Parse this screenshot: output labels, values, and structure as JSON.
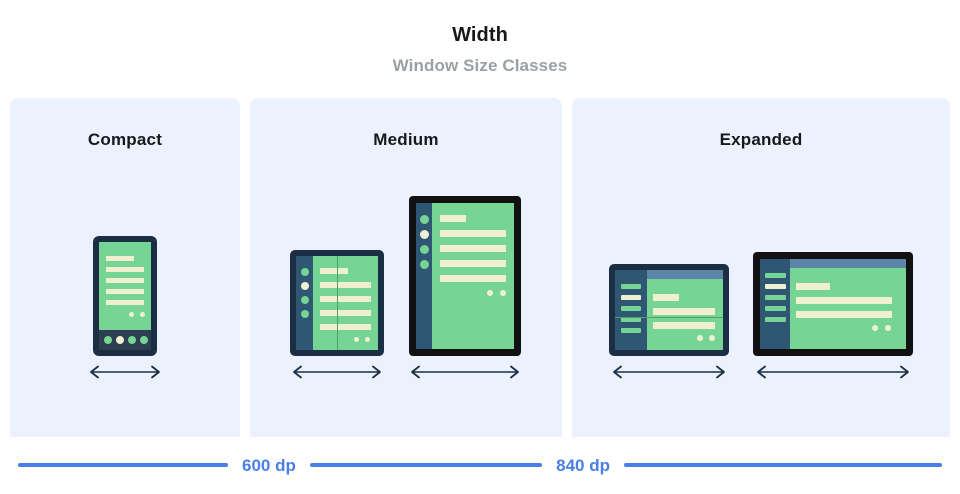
{
  "header": {
    "title": "Width",
    "subtitle": "Window Size Classes"
  },
  "panels": [
    {
      "label": "Compact"
    },
    {
      "label": "Medium"
    },
    {
      "label": "Expanded"
    }
  ],
  "scale": {
    "breakpoint_small": "600 dp",
    "breakpoint_large": "840 dp"
  },
  "colors": {
    "panel_background": "#ebf2fd",
    "device_frame_navy": "#1b2e44",
    "device_frame_black": "#111111",
    "screen_green": "#76d494",
    "content_cream": "#eff0d2",
    "nav_rail_slate": "#2f5773",
    "top_bar_slate": "#5c85a8",
    "accent_blue": "#4a7fe8",
    "title_text": "#17181a",
    "subtitle_text": "#9aa0a6"
  }
}
